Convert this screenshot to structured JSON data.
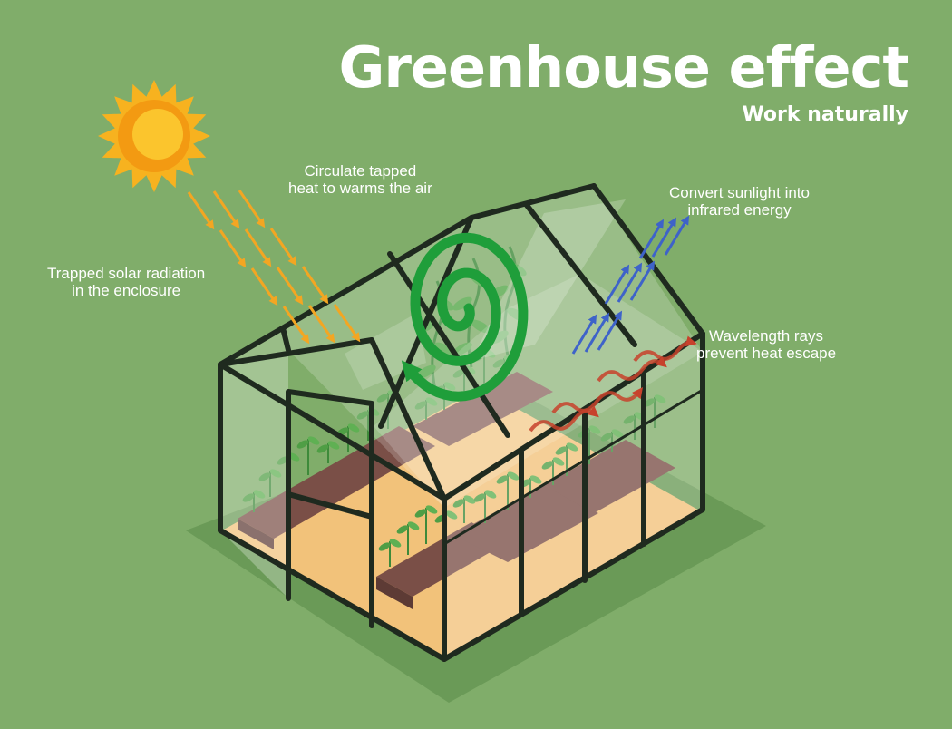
{
  "header": {
    "title": "Greenhouse effect",
    "subtitle": "Work naturally"
  },
  "labels": {
    "circulate": [
      "Circulate tapped",
      "heat to warms the air"
    ],
    "convert": [
      "Convert sunlight into",
      "infrared energy"
    ],
    "trapped": [
      "Trapped solar radiation",
      "in the enclosure"
    ],
    "wavelength": [
      "Wavelength rays",
      "prevent heat escape"
    ]
  },
  "colors": {
    "background": "#80ad6a",
    "frame": "#1f2a1f",
    "sun_rays": "#f3a622",
    "infrared_arrows": "#3e63c9",
    "heat_waves": "#c7422c",
    "air_circulation": "#1f9e3a",
    "soil": "#7a4f47",
    "floor": "#f2c27a"
  },
  "icons": {
    "sun": "sun-icon",
    "circulation": "spiral-arrow-icon"
  }
}
